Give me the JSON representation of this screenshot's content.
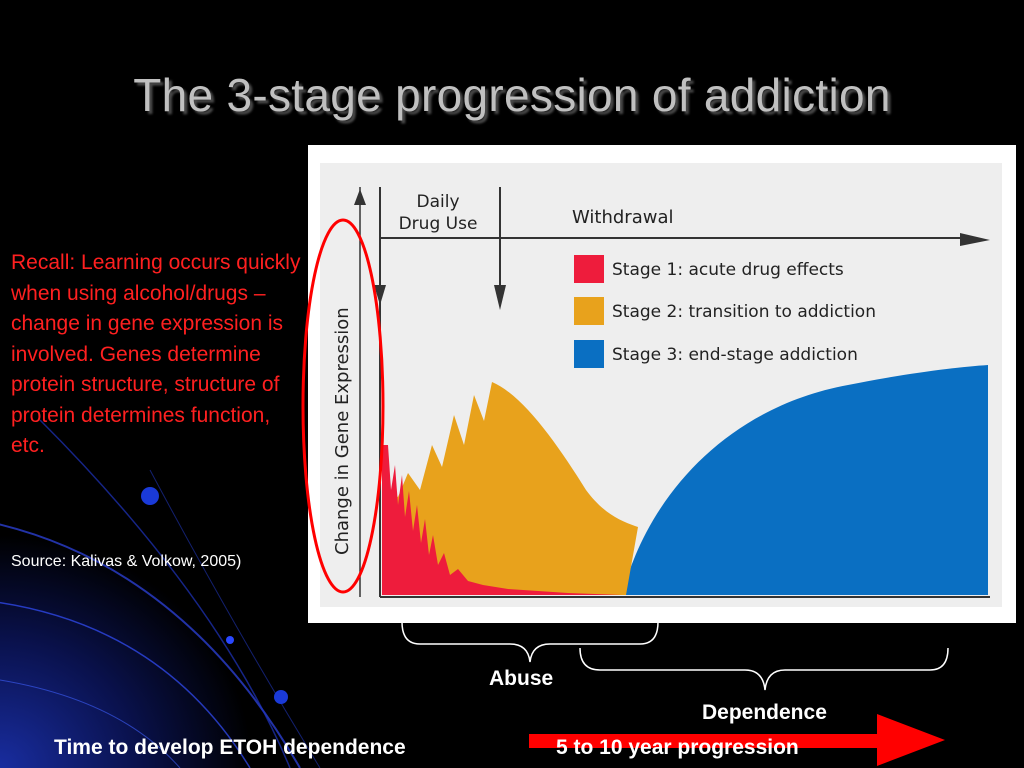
{
  "slide": {
    "title": "The 3-stage progression of addiction",
    "recall_text": "Recall: Learning occurs quickly when using alcohol/drugs – change in gene expression is involved.  Genes determine protein structure, structure of protein determines function, etc.",
    "source": "Source: Kalivas & Volkow, 2005)"
  },
  "figure": {
    "y_axis_label": "Change in Gene Expression",
    "daily_drug_use_label_1": "Daily",
    "daily_drug_use_label_2": "Drug Use",
    "withdrawal_label": "Withdrawal",
    "legend": [
      {
        "label": "Stage 1: acute drug effects",
        "color": "#ee1c3c"
      },
      {
        "label": "Stage 2: transition to addiction",
        "color": "#e8a21c"
      },
      {
        "label": "Stage 3: end-stage addiction",
        "color": "#0a6fc2"
      }
    ],
    "figure_background": "#eeeeee"
  },
  "annotations": {
    "abuse": "Abuse",
    "dependence": "Dependence",
    "time_label": "Time to develop ETOH dependence",
    "progression_label": "5 to 10 year progression",
    "arrow_color": "#ff0000",
    "highlight_color": "#ff0000"
  }
}
